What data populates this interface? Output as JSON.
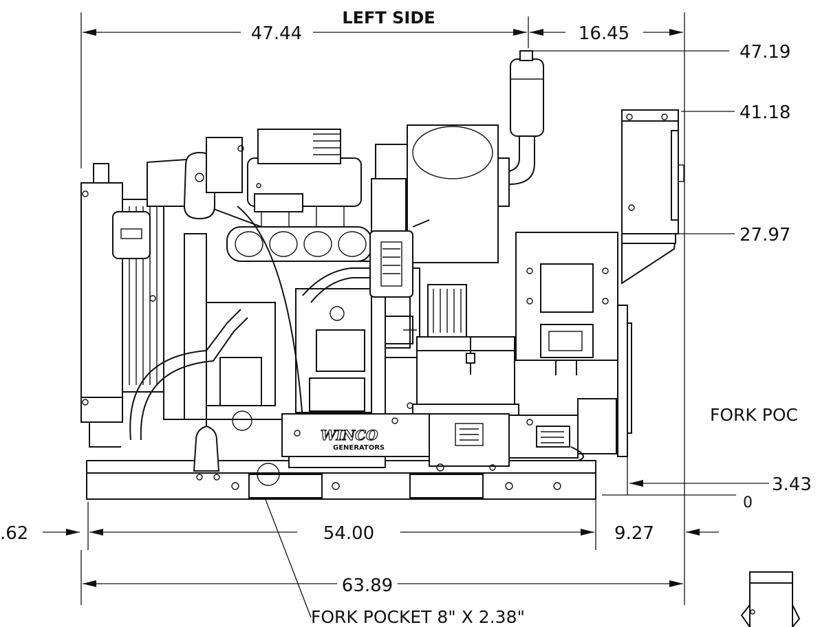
{
  "title": "LEFT SIDE",
  "brand": {
    "logo": "WINCO",
    "logo_sub": "GENERATORS"
  },
  "dimensions": {
    "top_left_span": "47.44",
    "top_right_span": "16.45",
    "height_exhaust": "47.19",
    "height_control_box": "41.18",
    "height_box_bottom": "27.97",
    "right_offset": "3.43",
    "zero_ref": "0",
    "left_overhang": ".62",
    "base_length": "54.00",
    "right_overhang": "9.27",
    "overall_length": "63.89"
  },
  "notes": {
    "fork_pocket_bottom": "FORK POCKET 8\" X 2.38\"",
    "fork_pocket_right": "FORK POC"
  }
}
